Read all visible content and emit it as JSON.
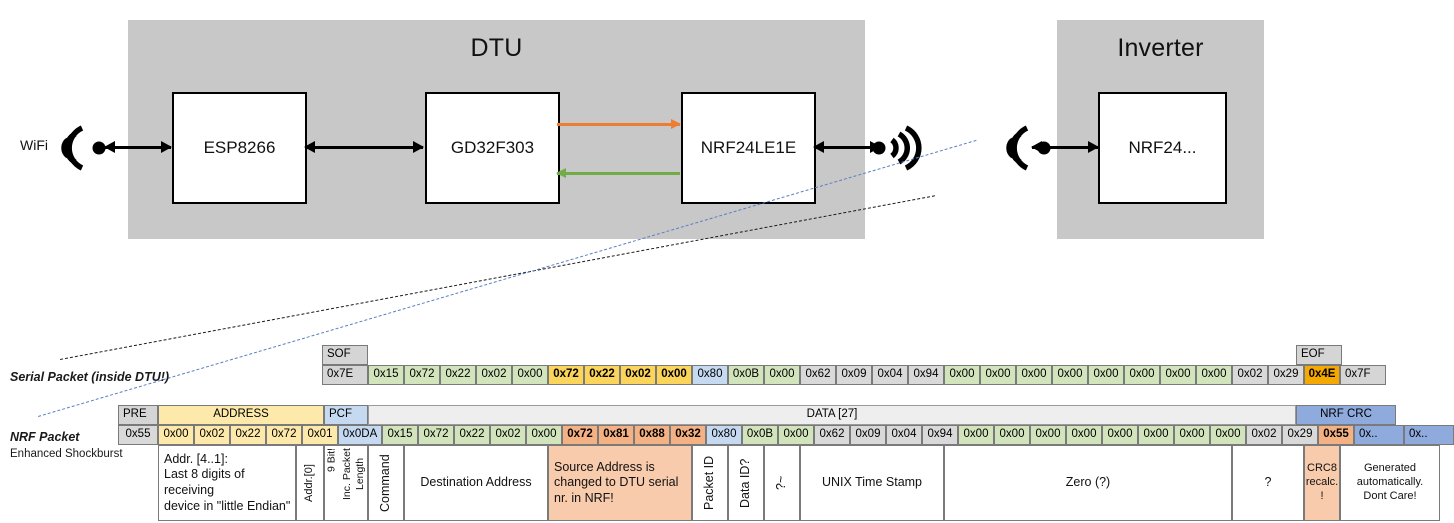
{
  "diagram": {
    "dtu": {
      "title": "DTU",
      "chips": [
        {
          "name": "ESP8266"
        },
        {
          "name": "GD32F303"
        },
        {
          "name": "NRF24LE1E"
        }
      ],
      "wifi_label": "WiFi",
      "arrow_colors": {
        "request": "#ED7D31",
        "response": "#70AD47",
        "link": "#000000"
      }
    },
    "inverter": {
      "title": "Inverter",
      "chips": [
        {
          "name": "NRF24..."
        }
      ]
    }
  },
  "serial_packet": {
    "label": "Serial Packet (inside DTU!)",
    "sof": {
      "header": "SOF",
      "value": "0x7E"
    },
    "eof": {
      "header": "EOF",
      "value": "0x7F"
    },
    "bytes": [
      {
        "v": "0x15",
        "c": "green"
      },
      {
        "v": "0x72",
        "c": "green"
      },
      {
        "v": "0x22",
        "c": "green"
      },
      {
        "v": "0x02",
        "c": "green"
      },
      {
        "v": "0x00",
        "c": "green"
      },
      {
        "v": "0x72",
        "c": "yellow"
      },
      {
        "v": "0x22",
        "c": "yellow"
      },
      {
        "v": "0x02",
        "c": "yellow"
      },
      {
        "v": "0x00",
        "c": "yellow"
      },
      {
        "v": "0x80",
        "c": "blue"
      },
      {
        "v": "0x0B",
        "c": "green"
      },
      {
        "v": "0x00",
        "c": "green"
      },
      {
        "v": "0x62",
        "c": "gray"
      },
      {
        "v": "0x09",
        "c": "gray"
      },
      {
        "v": "0x04",
        "c": "gray"
      },
      {
        "v": "0x94",
        "c": "gray"
      },
      {
        "v": "0x00",
        "c": "green"
      },
      {
        "v": "0x00",
        "c": "green"
      },
      {
        "v": "0x00",
        "c": "green"
      },
      {
        "v": "0x00",
        "c": "green"
      },
      {
        "v": "0x00",
        "c": "green"
      },
      {
        "v": "0x00",
        "c": "green"
      },
      {
        "v": "0x00",
        "c": "green"
      },
      {
        "v": "0x00",
        "c": "green"
      },
      {
        "v": "0x02",
        "c": "gray"
      },
      {
        "v": "0x29",
        "c": "gray"
      },
      {
        "v": "0x4E",
        "c": "orange"
      }
    ]
  },
  "nrf_packet": {
    "label": "NRF Packet",
    "sublabel": "Enhanced Shockburst",
    "headers": {
      "pre": "PRE",
      "address": "ADDRESS",
      "pcf": "PCF",
      "data": "DATA [27]",
      "crc": "NRF CRC"
    },
    "pre": {
      "v": "0x55",
      "c": "gray"
    },
    "address": [
      {
        "v": "0x00",
        "c": "lyellow"
      },
      {
        "v": "0x02",
        "c": "lyellow"
      },
      {
        "v": "0x22",
        "c": "lyellow"
      },
      {
        "v": "0x72",
        "c": "lyellow"
      },
      {
        "v": "0x01",
        "c": "lyellow"
      }
    ],
    "pcf": {
      "v": "0x0DA",
      "c": "blue"
    },
    "bytes": [
      {
        "v": "0x15",
        "c": "green"
      },
      {
        "v": "0x72",
        "c": "green"
      },
      {
        "v": "0x22",
        "c": "green"
      },
      {
        "v": "0x02",
        "c": "green"
      },
      {
        "v": "0x00",
        "c": "green"
      },
      {
        "v": "0x72",
        "c": "salmon"
      },
      {
        "v": "0x81",
        "c": "salmon"
      },
      {
        "v": "0x88",
        "c": "salmon"
      },
      {
        "v": "0x32",
        "c": "salmon"
      },
      {
        "v": "0x80",
        "c": "blue"
      },
      {
        "v": "0x0B",
        "c": "green"
      },
      {
        "v": "0x00",
        "c": "green"
      },
      {
        "v": "0x62",
        "c": "gray"
      },
      {
        "v": "0x09",
        "c": "gray"
      },
      {
        "v": "0x04",
        "c": "gray"
      },
      {
        "v": "0x94",
        "c": "gray"
      },
      {
        "v": "0x00",
        "c": "green"
      },
      {
        "v": "0x00",
        "c": "green"
      },
      {
        "v": "0x00",
        "c": "green"
      },
      {
        "v": "0x00",
        "c": "green"
      },
      {
        "v": "0x00",
        "c": "green"
      },
      {
        "v": "0x00",
        "c": "green"
      },
      {
        "v": "0x00",
        "c": "green"
      },
      {
        "v": "0x00",
        "c": "green"
      },
      {
        "v": "0x02",
        "c": "gray"
      },
      {
        "v": "0x29",
        "c": "gray"
      },
      {
        "v": "0x55",
        "c": "salmon"
      }
    ],
    "crc": [
      {
        "v": "0x..",
        "c": "dblue"
      },
      {
        "v": "0x..",
        "c": "dblue"
      }
    ]
  },
  "annotations": {
    "address": "Addr. [4..1]:\nLast 8 digits of receiving\ndevice in \"little Endian\"",
    "addr0": "Addr.[0]",
    "pcf": "9 Bit!",
    "pcf2": "Inc. Packet\nLength",
    "command": "Command",
    "destination": "Destination Address",
    "source": "Source Address is changed to DTU serial nr. in NRF!",
    "packet_id": "Packet ID",
    "data_id": "Data ID?",
    "tilde": "?~",
    "timestamp": "UNIX Time Stamp",
    "zero": "Zero (?)",
    "question": "?",
    "crc8": "CRC8 recalc. !",
    "nrf_crc": "Generated automatically.\nDont Care!"
  }
}
